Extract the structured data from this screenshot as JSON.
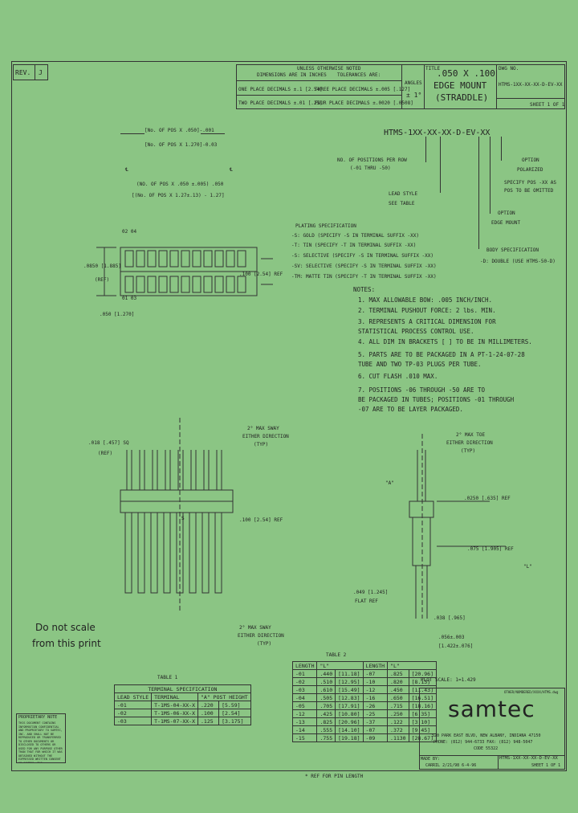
{
  "rev": {
    "label": "REV.",
    "value": "J"
  },
  "title_block": {
    "unless_specified": "UNLESS OTHERWISE NOTED",
    "dims_in": "DIMENSIONS ARE IN INCHES",
    "tolerances": "TOLERANCES ARE:",
    "tol1": "ONE PLACE DECIMALS ±.1 [2.54]",
    "tol2": "TWO PLACE DECIMALS ±.01 [.25]",
    "tol3": "THREE PLACE DECIMALS ±.005 [.127]",
    "tol4": "FOUR PLACE DECIMALS ±.0020 [.0508]",
    "angles_label": "ANGLES",
    "angles_val": "± 1°",
    "title_label": "TITLE",
    "title_l1": ".050 X .100",
    "title_l2": "EDGE MOUNT",
    "title_l3": "(STRADDLE)",
    "dwg_label": "DWG NO.",
    "dwg_no": "HTMS-1XX-XX-XX-D-EV-XX",
    "sheet": "SHEET 1 OF 1"
  },
  "part_number": "HTMS-1XX-XX-XX-D-EV-XX",
  "callouts": {
    "positions": "NO. OF POSITIONS PER ROW",
    "positions_range": "(-01 THRU -50)",
    "option": "OPTION",
    "polarized": "POLARIZED",
    "polarized2": "SPECIFY POS -XX AS",
    "polarized3": "POS TO BE OMITTED",
    "lead_style": "LEAD STYLE",
    "see_table": "SEE TABLE",
    "option2": "OPTION",
    "edge_mount": "EDGE MOUNT",
    "body_spec": "BODY SPECIFICATION",
    "body_spec_val": "-D: DOUBLE (USE HTMS-50-D)"
  },
  "plating": {
    "title": "PLATING SPECIFICATION",
    "lines": [
      "-S: GOLD (SPECIFY -S IN TERMINAL SUFFIX -XX)",
      "-T: TIN (SPECIFY -T IN TERMINAL SUFFIX -XX)",
      "-S: SELECTIVE (SPECIFY -S IN TERMINAL SUFFIX -XX)",
      "-SV: SELECTIVE (SPECIFY -S IN TERMINAL SUFFIX -XX)",
      "-TM: MATTE TIN (SPECIFY -T IN TERMINAL SUFFIX -XX)"
    ]
  },
  "notes": {
    "title": "NOTES:",
    "lines": [
      "1. MAX ALLOWABLE BOW: .005 INCH/INCH.",
      "2. TERMINAL PUSHOUT FORCE: 2 lbs. MIN.",
      "3. REPRESENTS A CRITICAL DIMENSION FOR",
      "   STATISTICAL PROCESS CONTROL USE.",
      "4. ALL DIM IN BRACKETS [ ] TO BE IN MILLIMETERS.",
      "5. PARTS ARE TO BE PACKAGED IN A PT-1-24-07-28",
      "   TUBE AND TWO TP-03 PLUGS PER TUBE.",
      "6. CUT FLASH .010 MAX.",
      "7. POSITIONS -06 THROUGH -50 ARE TO",
      "   BE PACKAGED IN TUBES; POSITIONS -01 THROUGH",
      "   -07 ARE TO BE LAYER PACKAGED."
    ]
  },
  "dims": {
    "top1": "[No. OF POS X .050]-.001",
    "top2": "[No. OF POS X 1.270]-0.03",
    "mid1": "(NO. OF POS X .050 ±.005) .050",
    "mid2": "[(No. OF POS X 1.27±.13) - 1.27]",
    "pos_top": "02 04",
    "pos_bot": "01 03",
    "h_left": ".0850 [1.885]",
    "ref": "(REF)",
    "pitch_right": ".100 [2.54] REF",
    "pitch_bot": ".050 [1.270]",
    "pin_w": ".018 [.457] SQ",
    "pin_ref": "(REF)",
    "sway_top": "2° MAX SWAY",
    "sway_top2": "EITHER DIRECTION",
    "sway_top3": "(TYP)",
    "pitch_side": ".100 [2.54] REF",
    "sway_bot": "2° MAX SWAY",
    "sway_bot2": "EITHER DIRECTION",
    "sway_bot3": "(TYP)",
    "s_label": "S",
    "sway_side": "2° MAX TOE",
    "sway_side2": "EITHER DIRECTION",
    "sway_side3": "(TYP)",
    "a_label": "\"A\"",
    "side_ref": ".0250 [.635] REF",
    "side_075": ".075 [1.905] REF",
    "side_l": "\"L\"",
    "flat": ".049 [1.245]",
    "flat2": "FLAT REF",
    "side_038": ".038 [.965]",
    "side_056": ".056±.003",
    "side_056b": "[1.422±.076]"
  },
  "do_not_scale": {
    "l1": "Do not scale",
    "l2": "from this print"
  },
  "table1": {
    "title": "TABLE 1",
    "subtitle": "TERMINAL SPECIFICATION",
    "headers": [
      "LEAD STYLE",
      "TERMINAL",
      "\"A\" POST HEIGHT"
    ],
    "rows": [
      [
        "-01",
        "T-1MS-04-XX-X",
        ".220",
        "[5.59]"
      ],
      [
        "-02",
        "T-1MS-06-XX-X",
        ".100",
        "[2.54]"
      ],
      [
        "-03",
        "T-1MS-07-XX-X",
        ".125",
        "[3.175]"
      ]
    ]
  },
  "table2": {
    "title": "TABLE 2",
    "headers": [
      "LENGTH",
      "\"L\"",
      "LENGTH",
      "\"L\""
    ],
    "rows": [
      [
        "-01",
        ".440",
        "[11.18]",
        "-07",
        ".825",
        "[20.96]"
      ],
      [
        "-02",
        ".510",
        "[12.95]",
        "-10",
        ".820",
        "[8.13]"
      ],
      [
        "-03",
        ".610",
        "[15.49]",
        "-12",
        ".450",
        "[11.43]"
      ],
      [
        "-04",
        ".505",
        "[12.83]",
        "-16",
        ".650",
        "[16.51]"
      ],
      [
        "-05",
        ".705",
        "[17.91]",
        "-26",
        ".715",
        "[18.16]"
      ],
      [
        "-12",
        ".425",
        "[10.80]",
        "-25",
        ".250",
        "[6.35]"
      ],
      [
        "-13",
        ".825",
        "[20.96]",
        "-37",
        ".122",
        "[3.10]"
      ],
      [
        "-14",
        ".555",
        "[14.10]",
        "-07",
        ".372",
        "[9.45]"
      ],
      [
        "-15",
        ".755",
        "[19.18]",
        "-09",
        ".1130",
        "[28.67]"
      ]
    ],
    "footnote": "* REF FOR PIN LENGTH"
  },
  "proprietary": {
    "title": "PROPRIETARY NOTE",
    "body": "THIS DOCUMENT CONTAINS INFORMATION CONFIDENTIAL AND PROPRIETARY TO SAMTEC, INC. AND SHALL NOT BE REPRODUCED OR TRANSFERRED TO OTHER DOCUMENTS OR DISCLOSED TO OTHERS OR USED FOR ANY PURPOSE OTHER THAN THAT FOR WHICH IT WAS OBTAINED WITHOUT THE EXPRESSED WRITTEN CONSENT OF SAMTEC, INC."
  },
  "plot_scale": "PLOT SCALE: 1=1.429",
  "samtec": {
    "logo": "samtec",
    "addr1": "520 PARK EAST BLVD, NEW ALBANY, INDIANA 47150",
    "addr2": "PHONE: (812) 944-6733  FAX: (812) 948-5047",
    "addr3": "CODE 55322",
    "made_by": "MADE BY:",
    "made_by_val": "CARRIL  2/21/98  6-4-96",
    "dwg": "HTMS-1XX-XX-XX-D-EV-XX",
    "sheet": "SHEET 1 OF 1",
    "corner": "OTHER/NUMBERED/XXXX/HTMS.dwg"
  }
}
